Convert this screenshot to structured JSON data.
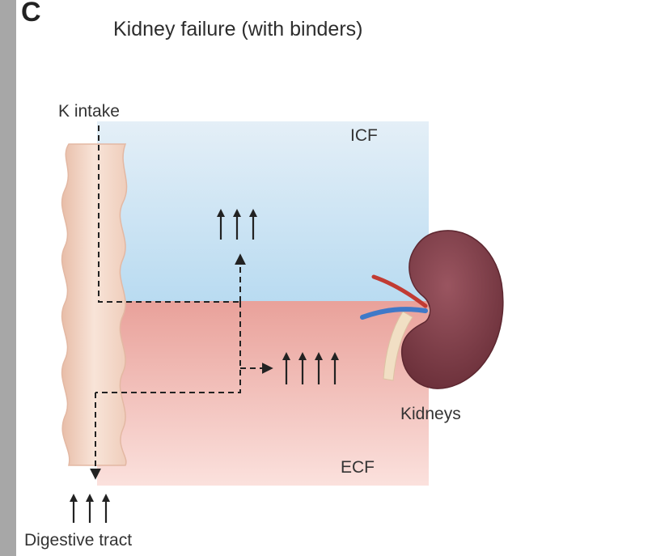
{
  "panel_letter": "C",
  "title": "Kidney failure (with binders)",
  "labels": {
    "k_intake": "K intake",
    "icf": "ICF",
    "ecf": "ECF",
    "kidneys": "Kidneys",
    "digestive_tract": "Digestive tract"
  },
  "colors": {
    "icf_top": "#e4eff7",
    "icf_bottom": "#b9dbf1",
    "ecf_top": "#e9a19a",
    "ecf_bottom": "#fbe1dd",
    "tract_fill": "#f4d8c8",
    "kidney": "#7e3c46",
    "vein": "#3f79c8",
    "artery": "#c13b33",
    "ureter": "#f1dfc4"
  },
  "arrow_groups": {
    "icf_increase": 3,
    "ecf_increase": 4,
    "digestive_increase": 3
  }
}
